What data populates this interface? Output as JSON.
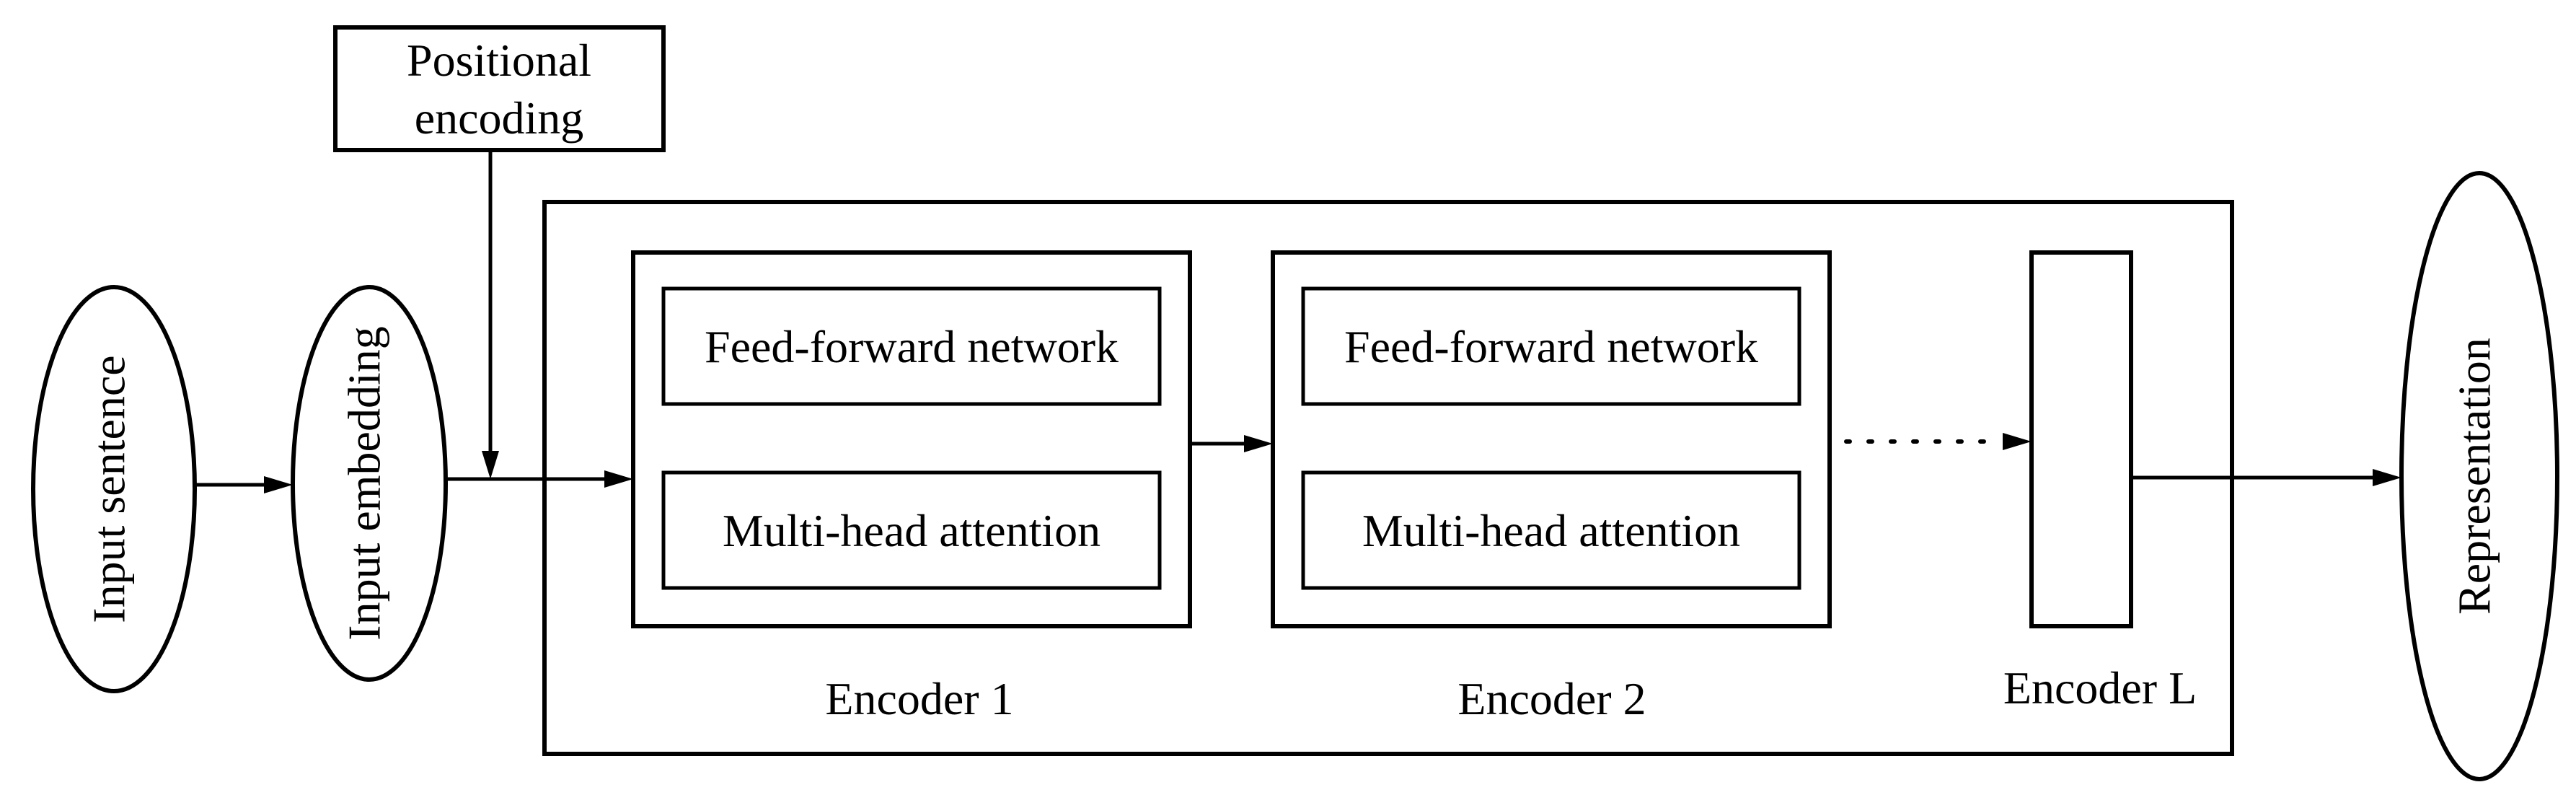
{
  "nodes": {
    "input_sentence": "Input sentence",
    "input_embedding": "Input embedding",
    "positional_encoding": [
      "Positional",
      "encoding"
    ],
    "representation": "Representation"
  },
  "encoders": [
    {
      "label": "Encoder 1",
      "top_block": "Feed-forward network",
      "bottom_block": "Multi-head attention"
    },
    {
      "label": "Encoder 2",
      "top_block": "Feed-forward network",
      "bottom_block": "Multi-head attention"
    },
    {
      "label": "Encoder L"
    }
  ]
}
